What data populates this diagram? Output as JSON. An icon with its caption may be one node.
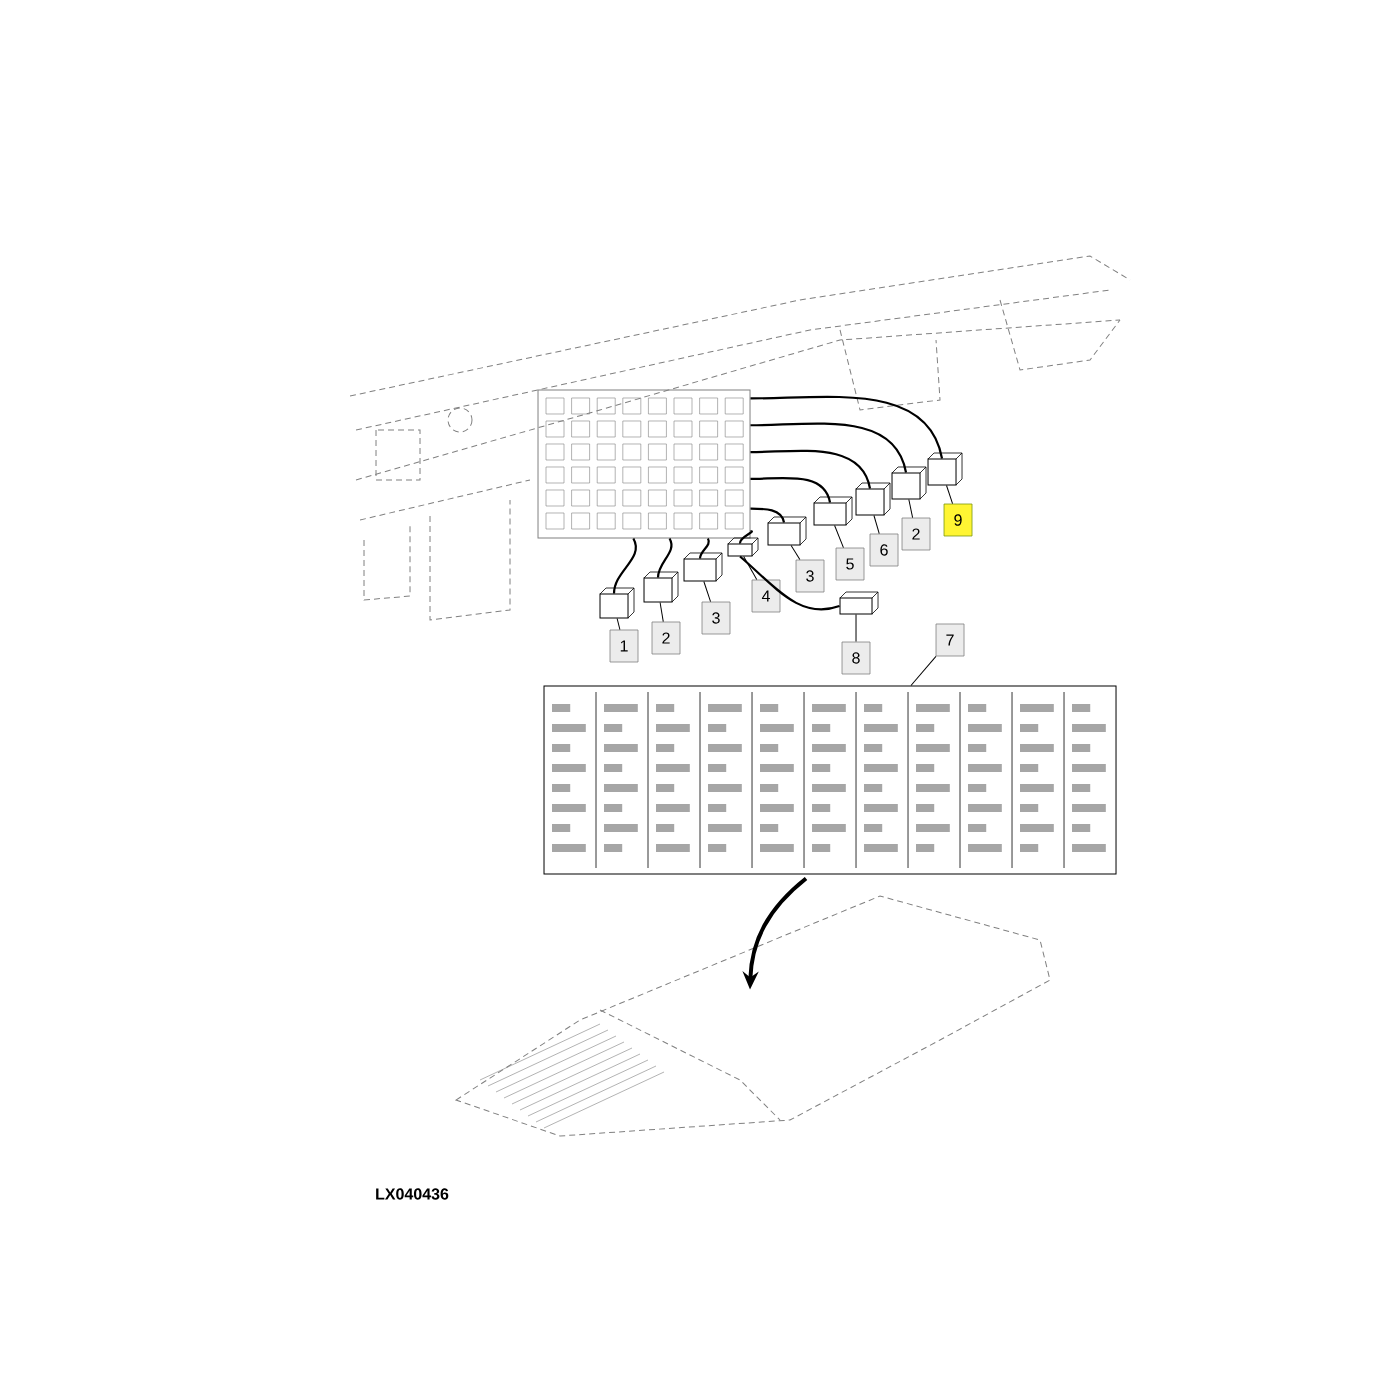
{
  "diagram": {
    "nodes": [
      {
        "text": [],
        "shape": "picture"
      },
      {
        "text": [],
        "shape": "box"
      },
      {
        "text": [],
        "shape": "box"
      },
      {
        "text": [],
        "shape": "box"
      },
      {
        "text": [],
        "shape": "box"
      },
      {
        "text": [],
        "shape": "box"
      },
      {
        "text": [],
        "shape": "box"
      },
      {
        "text": [],
        "shape": "box"
      },
      {
        "text": [],
        "shape": "box"
      },
      {
        "text": [],
        "shape": "box"
      },
      {
        "text": [],
        "shape": "box"
      },
      {
        "text": [
          "1"
        ]
      },
      {
        "text": [
          "2"
        ]
      },
      {
        "text": [
          "3"
        ]
      },
      {
        "text": [
          "4"
        ]
      },
      {
        "text": [
          "3"
        ]
      },
      {
        "text": [
          "5"
        ]
      },
      {
        "text": [
          "6"
        ]
      },
      {
        "text": [
          "2"
        ]
      },
      {
        "text": [
          "9"
        ]
      },
      {
        "text": [
          "8"
        ]
      },
      {
        "text": [
          "7"
        ]
      },
      {
        "text": [],
        "shape": "picture"
      },
      {
        "text": [],
        "shape": "picture"
      }
    ],
    "edges": [
      {
        "from": 11,
        "to": 1,
        "arrow": "none"
      },
      {
        "from": 12,
        "to": 2,
        "arrow": "none"
      },
      {
        "from": 13,
        "to": 3,
        "arrow": "none"
      },
      {
        "from": 14,
        "to": 4,
        "arrow": "none"
      },
      {
        "from": 15,
        "to": 5,
        "arrow": "none"
      },
      {
        "from": 16,
        "to": 6,
        "arrow": "none"
      },
      {
        "from": 17,
        "to": 7,
        "arrow": "none"
      },
      {
        "from": 18,
        "to": 8,
        "arrow": "none"
      },
      {
        "from": 19,
        "to": 9,
        "arrow": "none"
      },
      {
        "from": 20,
        "to": 10,
        "arrow": "none"
      },
      {
        "from": 21,
        "to": 22,
        "arrow": "none"
      },
      {
        "from": 1,
        "to": 0,
        "arrow": "none"
      },
      {
        "from": 2,
        "to": 0,
        "arrow": "none"
      },
      {
        "from": 3,
        "to": 0,
        "arrow": "none"
      },
      {
        "from": 4,
        "to": 0,
        "arrow": "none"
      },
      {
        "from": 5,
        "to": 0,
        "arrow": "none"
      },
      {
        "from": 6,
        "to": 0,
        "arrow": "none"
      },
      {
        "from": 7,
        "to": 0,
        "arrow": "none"
      },
      {
        "from": 8,
        "to": 0,
        "arrow": "none"
      },
      {
        "from": 9,
        "to": 0,
        "arrow": "none"
      },
      {
        "from": 10,
        "to": 4,
        "arrow": "none"
      },
      {
        "from": 22,
        "to": 23,
        "arrow": "to",
        "style": "thick"
      }
    ],
    "labels": [
      "LX040436"
    ]
  }
}
